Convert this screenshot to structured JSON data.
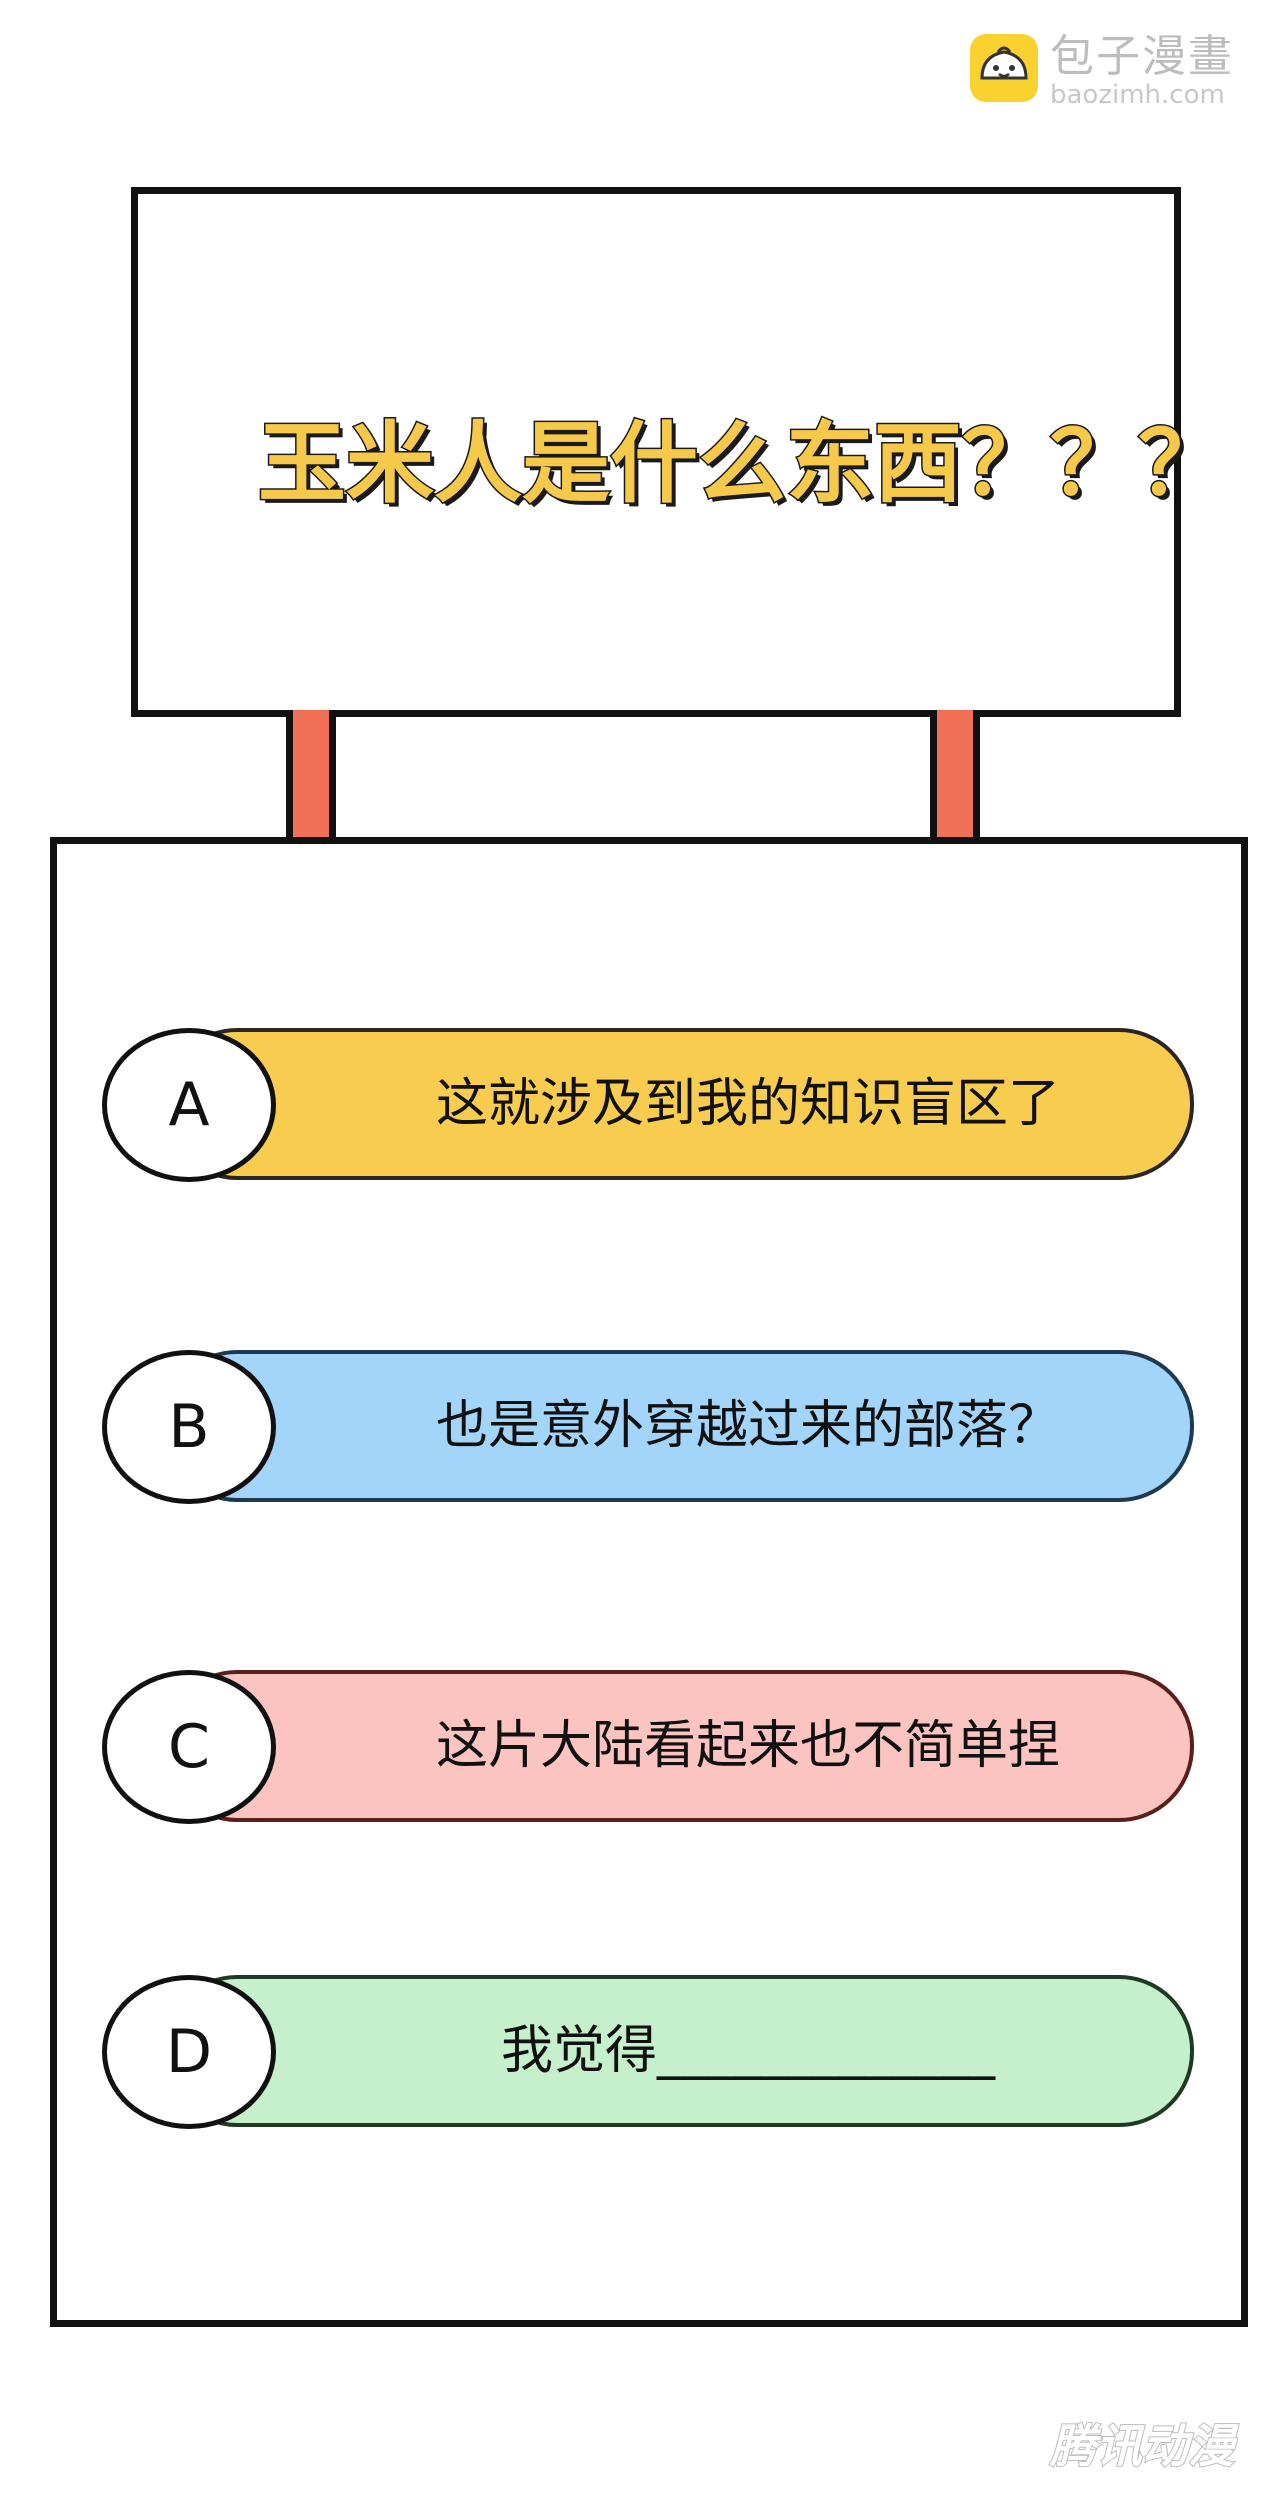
{
  "watermark_top": {
    "name": "包子漫畫",
    "url": "baozimh.com",
    "logo_icon": "bun-logo-icon",
    "logo_color": "#f9d230"
  },
  "sign": {
    "question": "玉米人是什么东西？？？",
    "text_color": "#f6c94a",
    "post_color": "#f07157"
  },
  "options": [
    {
      "letter": "A",
      "text": "这就涉及到我的知识盲区了",
      "color": "#f8cc4f",
      "border": "#2a2520"
    },
    {
      "letter": "B",
      "text": "也是意外穿越过来的部落？",
      "color": "#a3d5fa",
      "border": "#1e3a50"
    },
    {
      "letter": "C",
      "text": "这片大陆看起来也不简单捏",
      "color": "#fcc4c0",
      "border": "#5a1f1a"
    },
    {
      "letter": "D",
      "text": "我觉得_____________",
      "color": "#c6f0cc",
      "border": "#1f3a22"
    }
  ],
  "watermark_bottom": {
    "text": "腾讯动漫"
  }
}
